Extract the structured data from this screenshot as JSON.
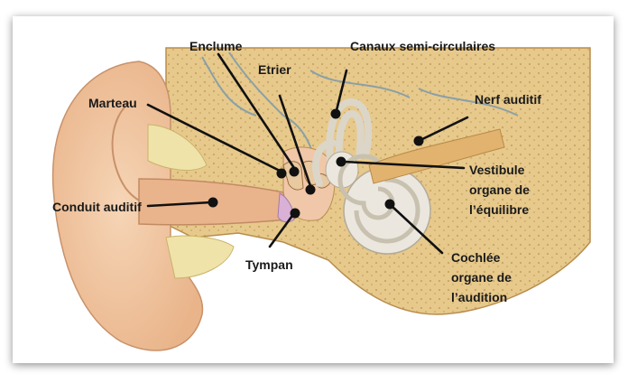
{
  "labels": {
    "enclume": "Enclume",
    "canaux": "Canaux semi-circulaires",
    "etrier": "Etrier",
    "marteau": "Marteau",
    "nerf": "Nerf auditif",
    "vestibule_1": "Vestibule",
    "vestibule_2": "organe de",
    "vestibule_3": "l’équilibre",
    "conduit": "Conduit auditif",
    "tympan": "Tympan",
    "cochlee_1": "Cochlée",
    "cochlee_2": "organe de",
    "cochlee_3": "l’audition"
  },
  "colors": {
    "skin": "#f2c7a1",
    "bone": "#e7c98c",
    "cochlea": "#ebe7de",
    "nerve": "#e1b36e",
    "tympan": "#d9b0d6",
    "leader": "#111111"
  }
}
